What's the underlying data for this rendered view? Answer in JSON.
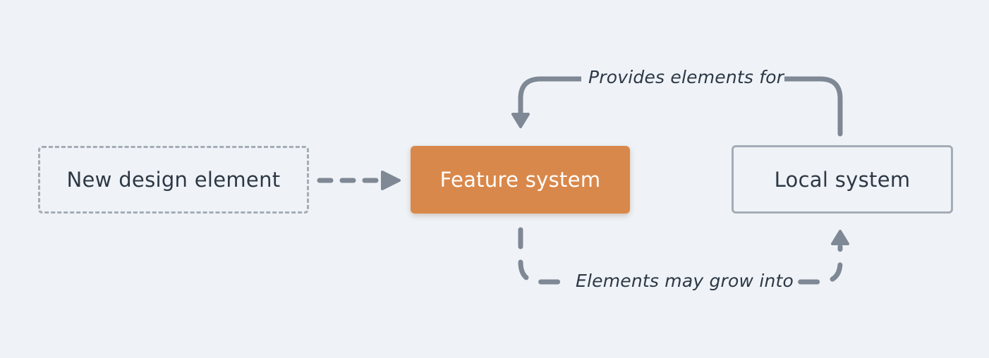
{
  "nodes": {
    "new_design_element": "New design element",
    "feature_system": "Feature system",
    "local_system": "Local system"
  },
  "edges": {
    "provides_label": "Provides elements for",
    "grow_label": "Elements may grow into"
  },
  "colors": {
    "background": "#eff3f7",
    "feature_fill": "#d9884b",
    "arrow": "#7f8895",
    "border": "#a4acb6",
    "text": "#2d3845"
  }
}
